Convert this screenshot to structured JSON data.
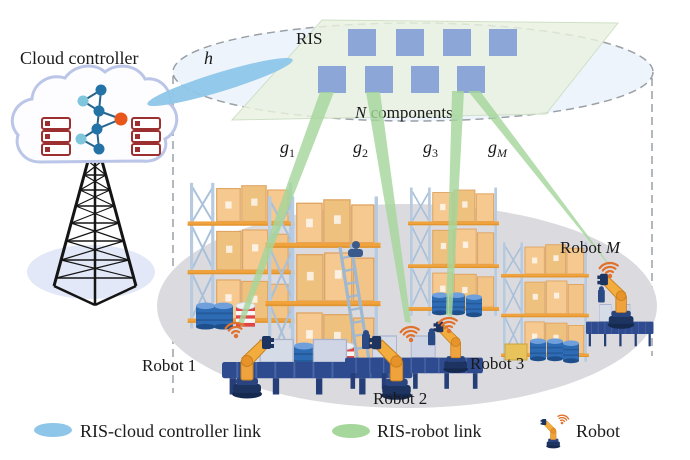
{
  "figure": {
    "cloud_controller_label": "Cloud controller",
    "ris_label": "RIS",
    "h_label": "h",
    "n_components": {
      "italic": "N",
      "rest": " components"
    },
    "g_links": [
      {
        "base": "g",
        "sub": "1"
      },
      {
        "base": "g",
        "sub": "2"
      },
      {
        "base": "g",
        "sub": "3"
      },
      {
        "base": "g",
        "sub": "M"
      }
    ],
    "robot_labels": {
      "robot1": "Robot 1",
      "robot2": "Robot 2",
      "robot3": "Robot 3",
      "robotM_prefix": "Robot ",
      "robotM_suffix": "M"
    }
  },
  "legend": {
    "ris_cloud_link": "RIS-cloud controller link",
    "ris_robot_link": "RIS-robot link",
    "robot": "Robot"
  },
  "colors": {
    "ris_cloud_link": "#8ec6e9",
    "ris_robot_link": "#a5d69b",
    "ris_panel": "#e9f2df",
    "ris_panel_border": "#cfe0c6",
    "ris_element": "#8ca6d8",
    "cylinder_fill": "#edf4fb",
    "dash_gray": "#9aa0a6",
    "floor": "#dbdbdf",
    "wifi": "#e0722e",
    "server_outline": "#9c2f2f",
    "node_dark": "#2473a6",
    "node_light": "#7fc5dc",
    "node_accent": "#e8561c",
    "text": "#1a1a1a"
  }
}
